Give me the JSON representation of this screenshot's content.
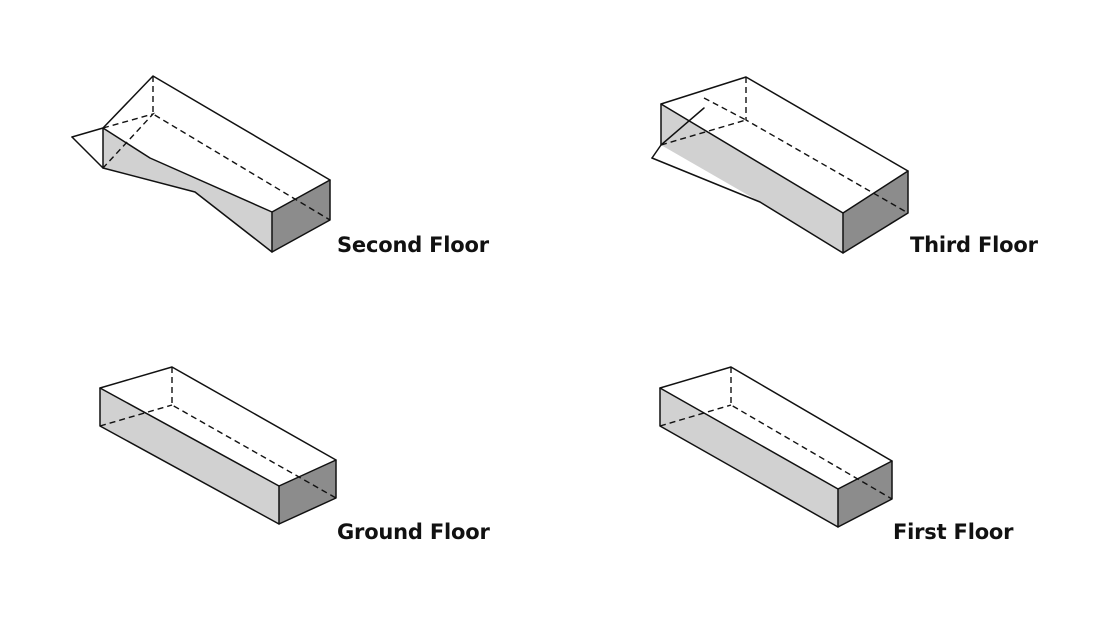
{
  "diagram": {
    "floors": [
      {
        "key": "second",
        "label": "Second Floor"
      },
      {
        "key": "third",
        "label": "Third Floor"
      },
      {
        "key": "ground",
        "label": "Ground Floor"
      },
      {
        "key": "first",
        "label": "First Floor"
      }
    ]
  },
  "colors": {
    "side_face": "#d1d1d1",
    "end_face": "#8c8c8c",
    "lines": "#111111",
    "background": "#ffffff"
  }
}
